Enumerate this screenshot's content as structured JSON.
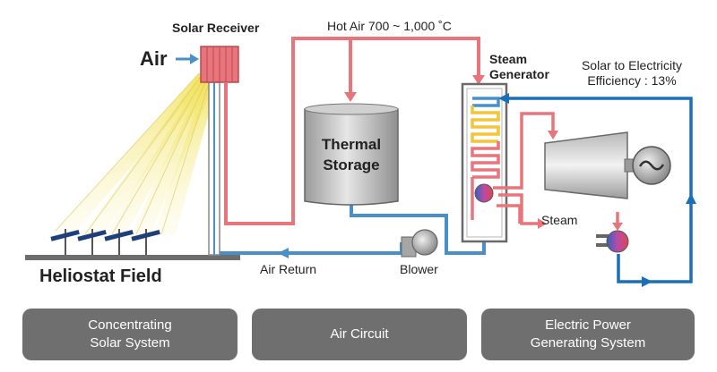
{
  "labels": {
    "solar_receiver": "Solar Receiver",
    "air": "Air",
    "hot_air": "Hot Air 700 ~ 1,000 ˚C",
    "steam_generator": "Steam\nGenerator",
    "efficiency": "Solar to Electricity\nEfficiency : 13%",
    "thermal_storage": "Thermal\nStorage",
    "steam": "Steam",
    "air_return": "Air Return",
    "blower": "Blower",
    "heliostat_field": "Heliostat Field"
  },
  "footer": {
    "concentrating": "Concentrating\nSolar System",
    "air_circuit": "Air Circuit",
    "electric": "Electric Power\nGenerating System"
  },
  "colors": {
    "hot_pipe": "#e8757c",
    "cold_pipe": "#4a90c8",
    "steam_loop": "#1a6fb8",
    "footer_bg": "#6f6f6f",
    "light_beam": "#f7ee9c"
  },
  "icons": [
    "arrow-icon",
    "generator-tilde-icon",
    "heliostat-icon",
    "blower-icon",
    "heat-exchanger-icon"
  ]
}
